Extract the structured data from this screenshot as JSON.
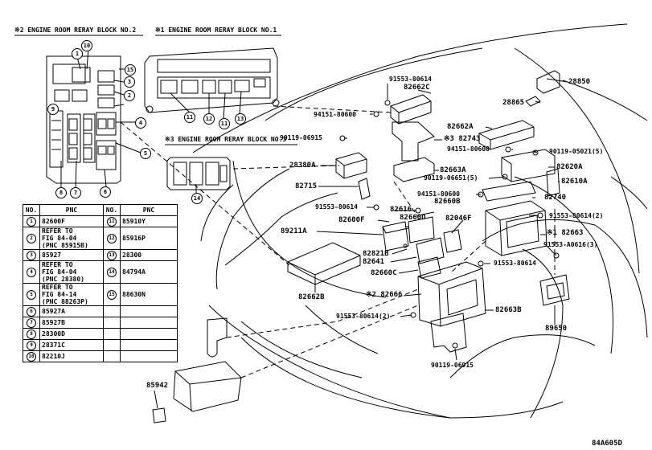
{
  "headers": {
    "block2": "※2 ENGINE ROOM RERAY BLOCK NO.2",
    "block1": "※1 ENGINE ROOM RERAY BLOCK NO.1",
    "block3": "※3 ENGINE ROOM RERAY BLOCK NO.3"
  },
  "callouts": [
    "1",
    "2",
    "3",
    "4",
    "5",
    "6",
    "7",
    "8",
    "9",
    "10",
    "11",
    "12",
    "13",
    "14",
    "15"
  ],
  "table": {
    "col_no": "NO.",
    "col_pnc": "PNC",
    "left": [
      {
        "no": "1",
        "pnc": [
          "82600F"
        ]
      },
      {
        "no": "2",
        "pnc": [
          "REFER TO",
          "FIG 84-04",
          "(PNC 85915B)"
        ]
      },
      {
        "no": "3",
        "pnc": [
          "85927"
        ]
      },
      {
        "no": "4",
        "pnc": [
          "REFER TO",
          "FIG 84-04",
          "(PNC 28380)"
        ]
      },
      {
        "no": "5",
        "pnc": [
          "REFER TO",
          "FIG 84-14",
          "(PNC 88263P)"
        ]
      },
      {
        "no": "6",
        "pnc": [
          "85927A"
        ]
      },
      {
        "no": "7",
        "pnc": [
          "85927B"
        ]
      },
      {
        "no": "8",
        "pnc": [
          "28300D"
        ]
      },
      {
        "no": "9",
        "pnc": [
          "28371C"
        ]
      },
      {
        "no": "10",
        "pnc": [
          "82210J"
        ]
      }
    ],
    "right": [
      {
        "no": "11",
        "pnc": "85910Y"
      },
      {
        "no": "12",
        "pnc": "85916P"
      },
      {
        "no": "13",
        "pnc": "28300"
      },
      {
        "no": "14",
        "pnc": "84794A"
      },
      {
        "no": "15",
        "pnc": "88630N"
      }
    ]
  },
  "labels": {
    "l1": "91553-80614",
    "l2": "82662C",
    "l3": "94151-80600",
    "l4": "28850",
    "l5": "28865",
    "l6": "90119-06915",
    "l7": "※3 82743",
    "l8": "82662A",
    "l9": "94151-80600",
    "l10": "90119-05021(5)",
    "l11": "28380A",
    "l12": "82663A",
    "l13": "82620A",
    "l14": "90119-06651(5)",
    "l15": "82610A",
    "l16": "82715",
    "l17": "94151-80600",
    "l18": "82740",
    "l19": "91553-80614",
    "l20": "82616",
    "l21": "82660B",
    "l22": "91553-80614(2)",
    "l23": "82600F",
    "l24": "82660D",
    "l25": "82046F",
    "l26": "※1 82663",
    "l27": "89211A",
    "l28": "91553-A0616(3)",
    "l29": "82821B",
    "l30": "82641",
    "l31": "91553-80614",
    "l32": "82660C",
    "l33": "82662B",
    "l34": "※2 82666",
    "l35": "82663B",
    "l36": "91553-80614(2)",
    "l37": "89650",
    "l38": "90119-06915",
    "l39": "85942",
    "l40": "84A605D"
  }
}
